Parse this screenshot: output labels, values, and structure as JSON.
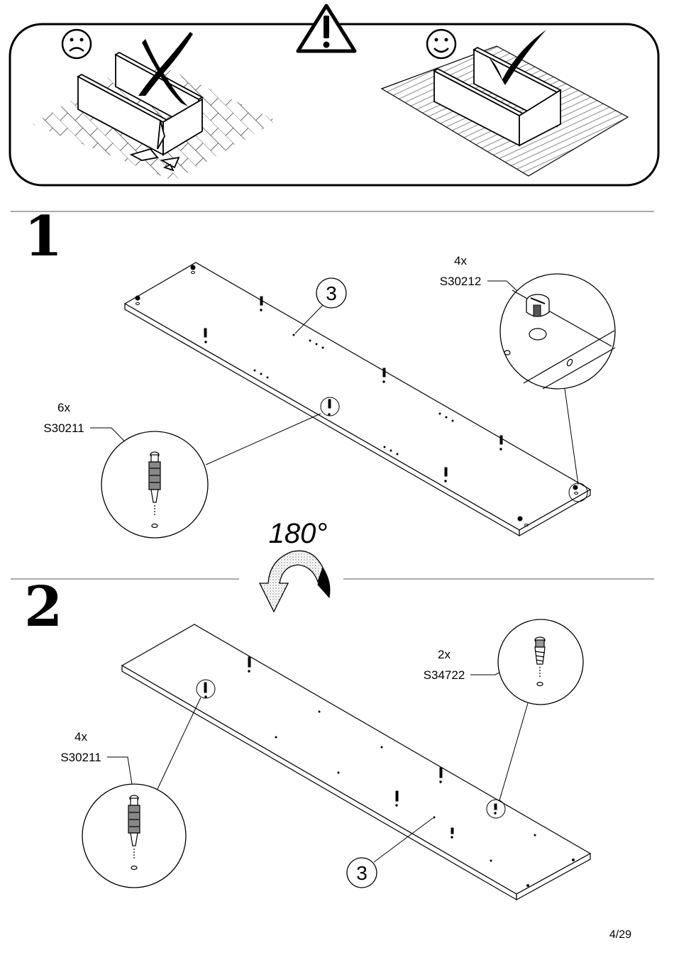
{
  "warning": {
    "bad_face_icon": "sad-face",
    "good_face_icon": "smiley-face",
    "warning_icon": "exclamation-triangle"
  },
  "step1": {
    "number": "1",
    "panel_label": "3",
    "callout_a": {
      "qty": "4x",
      "part": "S30212"
    },
    "callout_b": {
      "qty": "6x",
      "part": "S30211"
    }
  },
  "rotation": {
    "label": "180°"
  },
  "step2": {
    "number": "2",
    "panel_label": "3",
    "callout_a": {
      "qty": "2x",
      "part": "S34722"
    },
    "callout_b": {
      "qty": "4x",
      "part": "S30211"
    }
  },
  "footer": {
    "page": "4/29"
  }
}
